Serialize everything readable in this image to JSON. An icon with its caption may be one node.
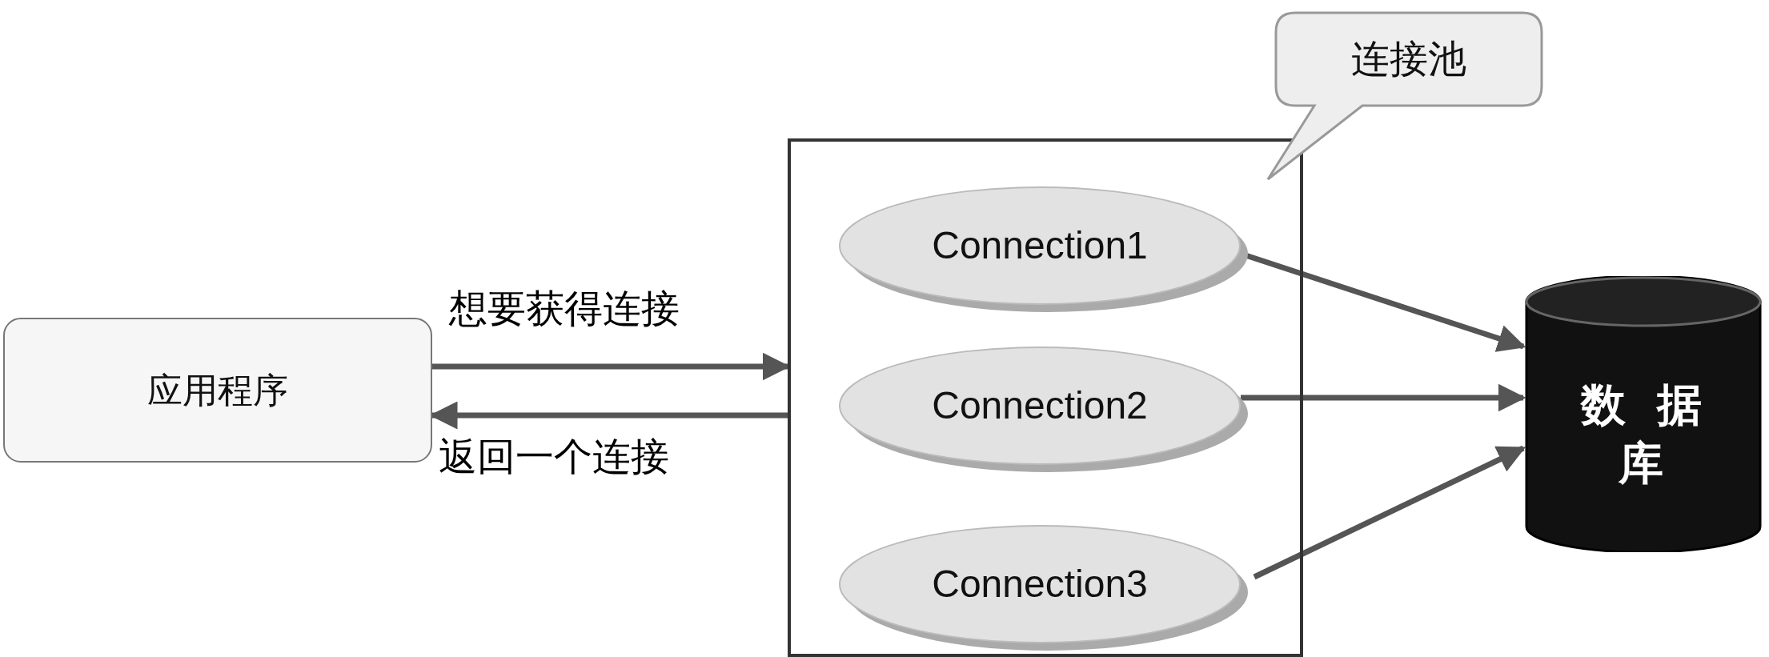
{
  "diagram": {
    "nodes": [
      {
        "text": [
          "应用程序"
        ]
      },
      {
        "text": [],
        "shape": "box"
      },
      {
        "text": [
          "Connection1"
        ],
        "in": 1
      },
      {
        "text": [
          "Connection2"
        ],
        "in": 1
      },
      {
        "text": [
          "Connection3"
        ],
        "in": 1
      },
      {
        "text": [
          "数据库"
        ]
      },
      {
        "text": [
          "连接池"
        ]
      }
    ],
    "edges": [
      {
        "from": 0,
        "to": 1,
        "arrow": "to",
        "label": "想要获得连接"
      },
      {
        "from": 1,
        "to": 0,
        "arrow": "to",
        "label": "返回一个连接"
      },
      {
        "from": 2,
        "to": 5,
        "arrow": "to"
      },
      {
        "from": 3,
        "to": 5,
        "arrow": "to"
      },
      {
        "from": 4,
        "to": 5,
        "arrow": "to"
      }
    ]
  }
}
